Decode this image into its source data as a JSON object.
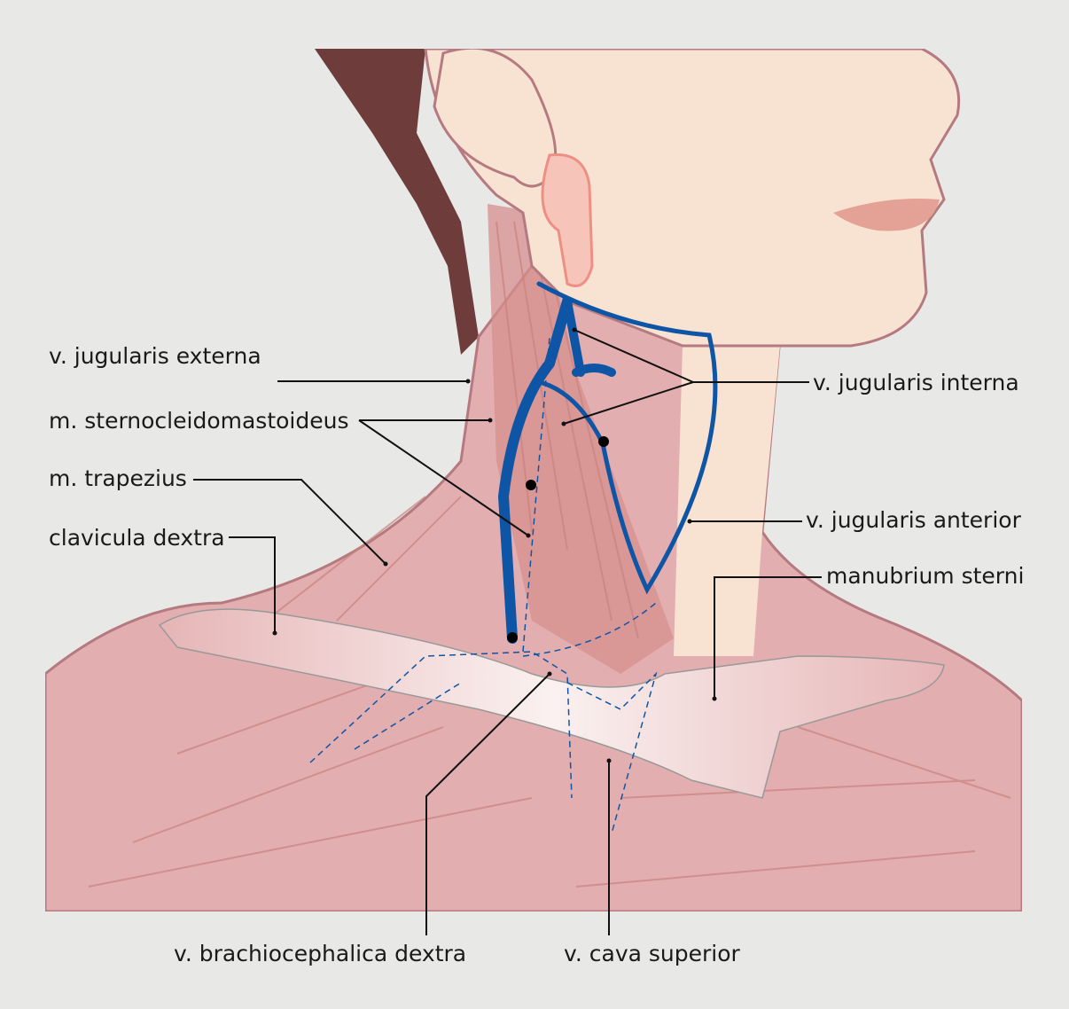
{
  "title": "Neck veins anatomy",
  "colors": {
    "background": "#e8e8e6",
    "skin": "#f8e3d3",
    "muscle": "#e2aeb0",
    "muscle_stroke": "#c9827d",
    "vein": "#0f55a5",
    "hair": "#6e3d3b",
    "bone": "#f8efee",
    "outline": "#b57a80"
  },
  "labels": {
    "jugularis_externa": "v. jugularis externa",
    "sternocleidomastoideus": "m. sternocleidomastoideus",
    "trapezius": "m. trapezius",
    "clavicula": "clavicula dextra",
    "jugularis_interna": "v. jugularis interna",
    "jugularis_anterior": "v. jugularis anterior",
    "manubrium": "manubrium sterni",
    "brachiocephalica": "v. brachiocephalica dextra",
    "cava_superior": "v. cava superior"
  }
}
